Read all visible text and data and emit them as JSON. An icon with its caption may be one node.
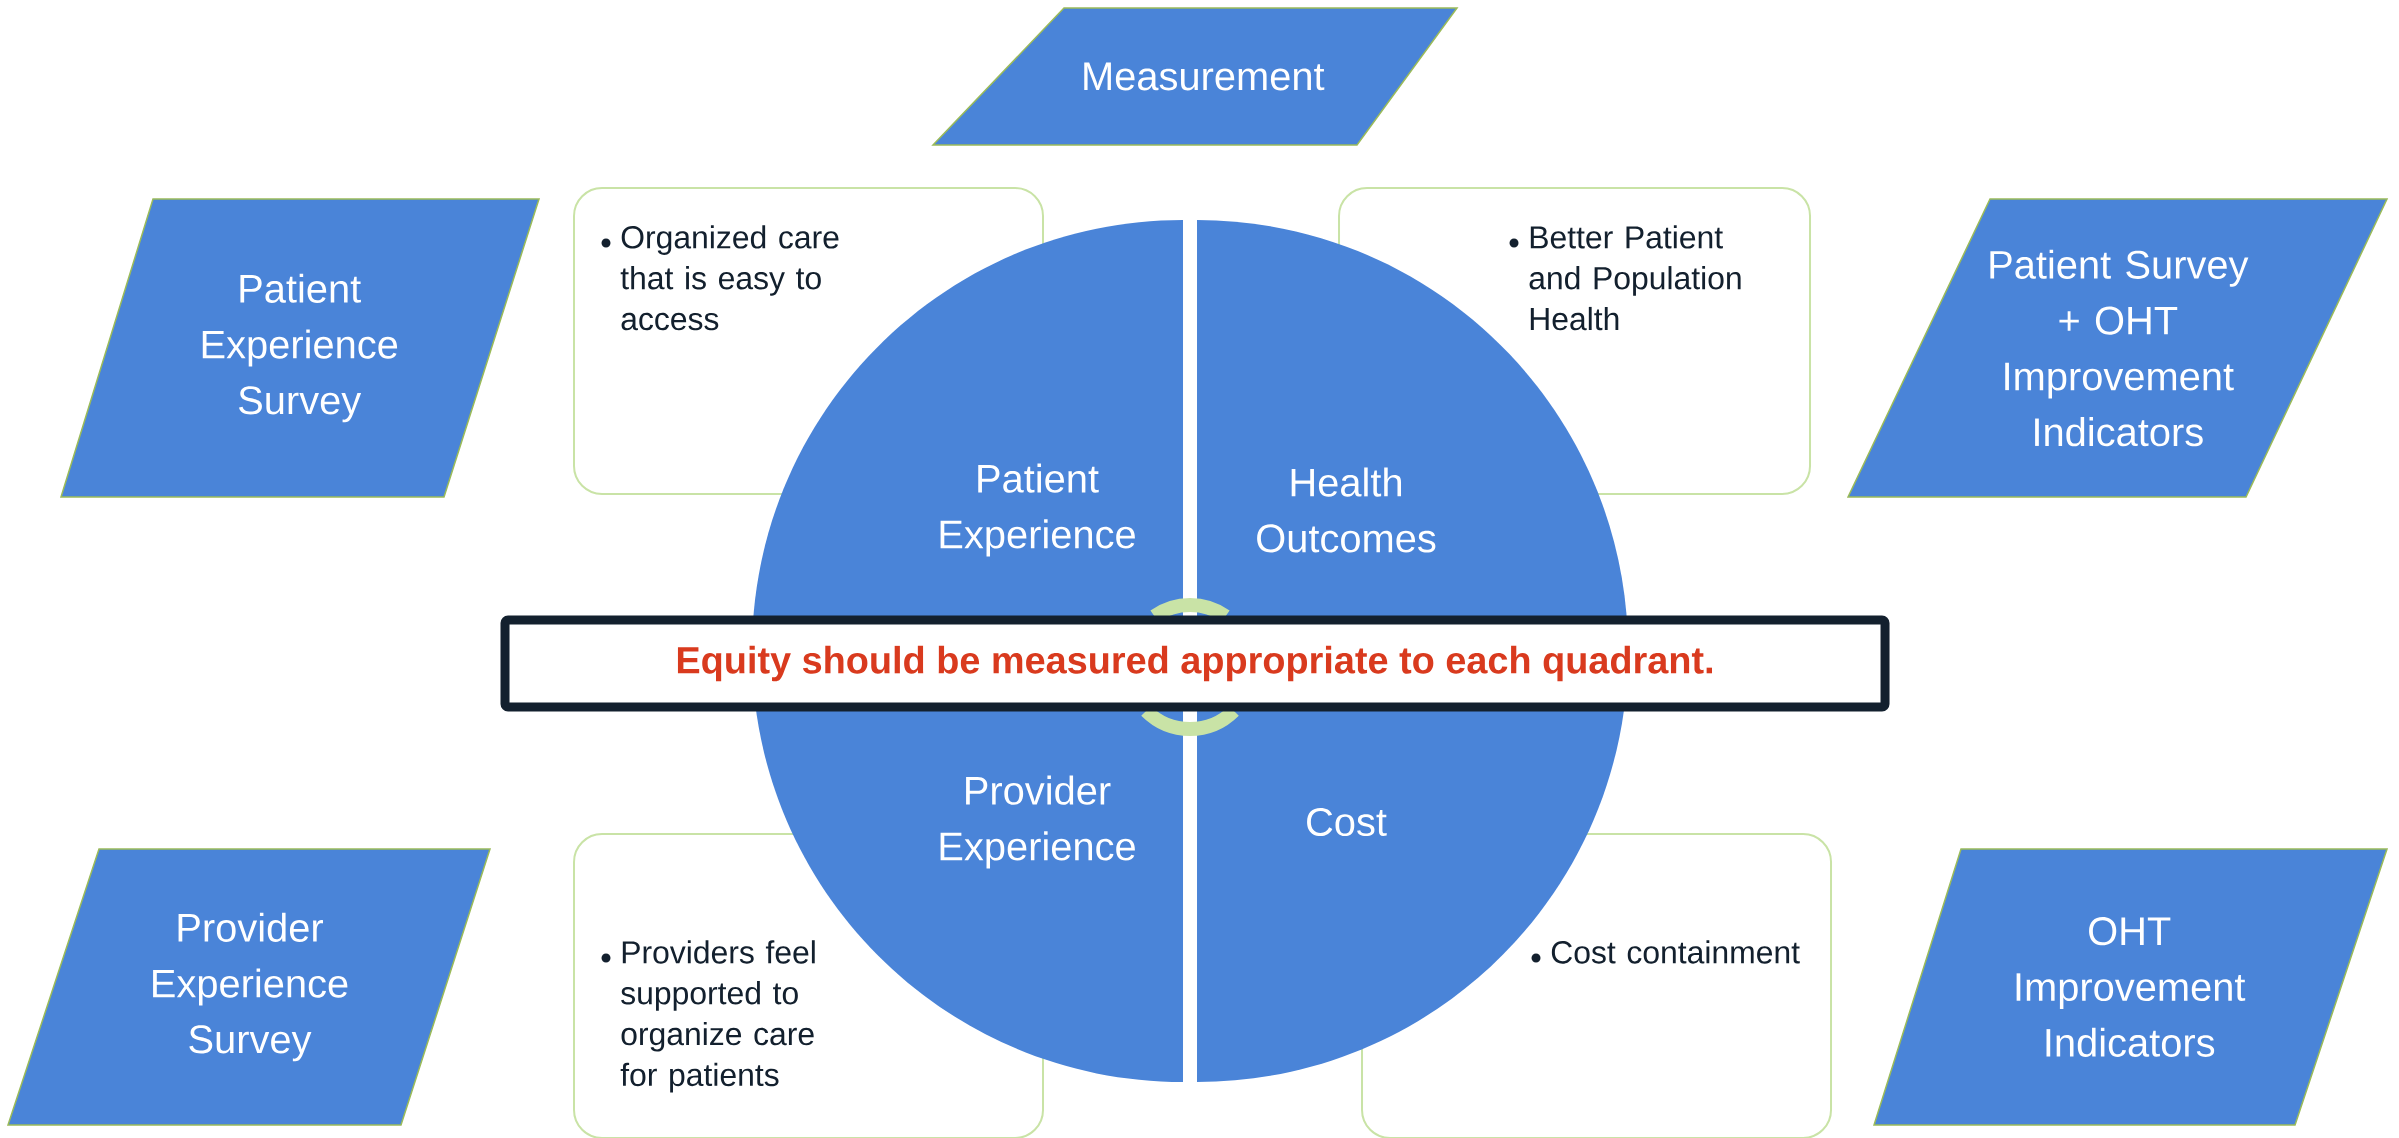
{
  "diagram": {
    "nodes": [
      {
        "text": [
          "Measurement"
        ]
      },
      {
        "text": [
          "Patient Experience Survey"
        ]
      },
      {
        "text": [
          "Organized care that is easy to access"
        ]
      },
      {
        "text": [
          "Better Patient and Population Health"
        ]
      },
      {
        "text": [
          "Patient Survey + OHT Improvement Indicators"
        ]
      },
      {
        "text": [
          "Patient Experience"
        ]
      },
      {
        "text": [
          "Health Outcomes"
        ]
      },
      {
        "text": [
          "Equity should be measured appropriate to each quadrant."
        ]
      },
      {
        "text": [
          "Provider Experience"
        ]
      },
      {
        "text": [
          "Cost"
        ]
      },
      {
        "text": [
          "Provider Experience Survey"
        ]
      },
      {
        "text": [
          "Providers feel supported to organize care for patients"
        ]
      },
      {
        "text": [
          "Cost containment"
        ]
      },
      {
        "text": [
          "OHT Improvement Indicators"
        ]
      }
    ]
  }
}
